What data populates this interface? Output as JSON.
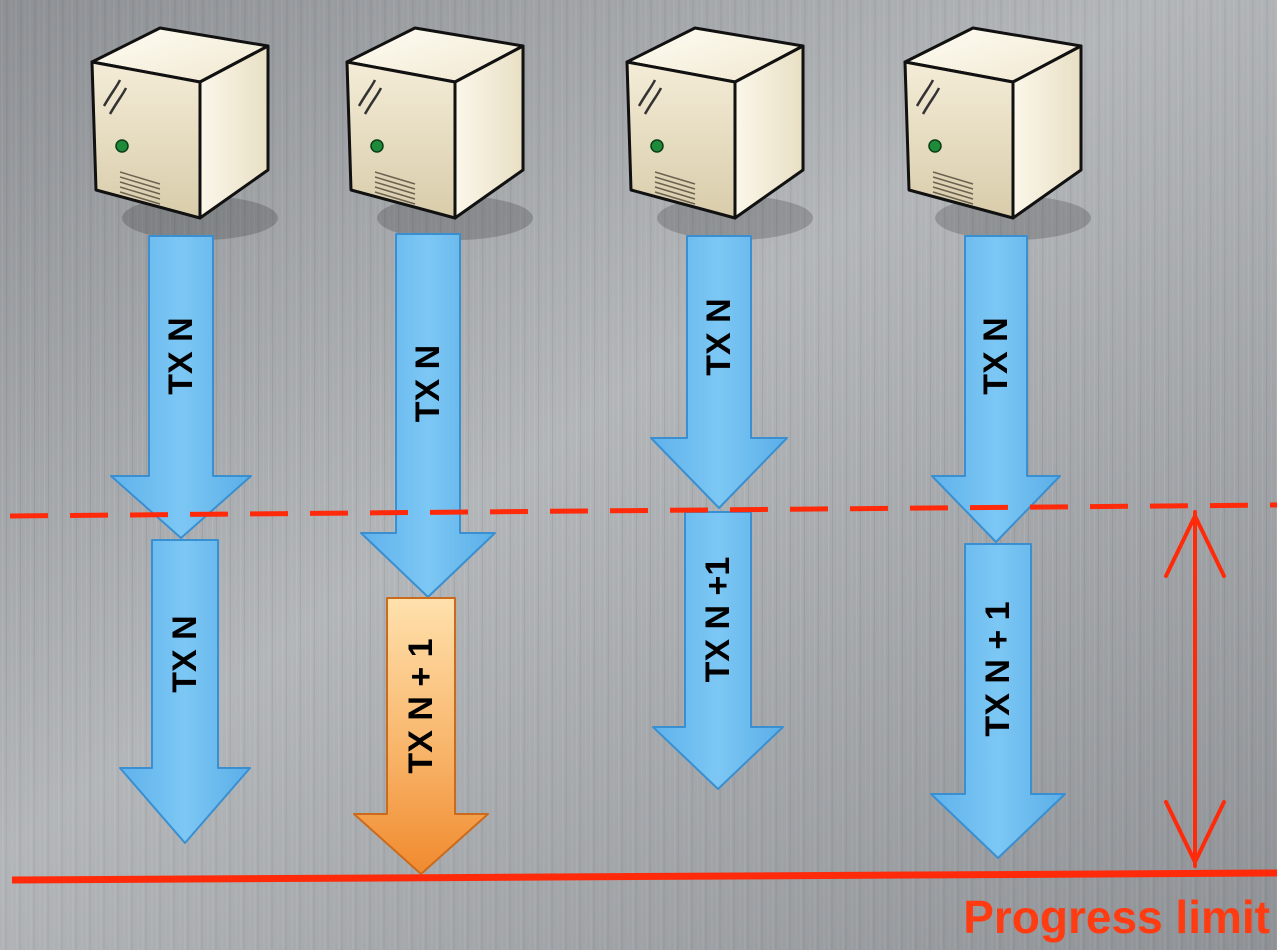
{
  "colors": {
    "arrow_blue": "#6cbcf0",
    "arrow_blue_edge": "#3a8fd0",
    "arrow_orange_top": "#ffd9a0",
    "arrow_orange_bottom": "#f3963a",
    "limit_red": "#ff2a0a",
    "background": "#9c9fa3"
  },
  "servers": [
    {
      "icon": "server-icon"
    },
    {
      "icon": "server-icon"
    },
    {
      "icon": "server-icon"
    },
    {
      "icon": "server-icon"
    }
  ],
  "arrows": {
    "server_1_top": "TX N",
    "server_1_bottom": "TX N",
    "server_2_top": "TX N",
    "server_2_bottom": "TX N + 1",
    "server_3_top": "TX N",
    "server_3_bottom": "TX N +1",
    "server_4_top": "TX N",
    "server_4_bottom": "TX N + 1"
  },
  "progress_limit_label": "Progress limit"
}
